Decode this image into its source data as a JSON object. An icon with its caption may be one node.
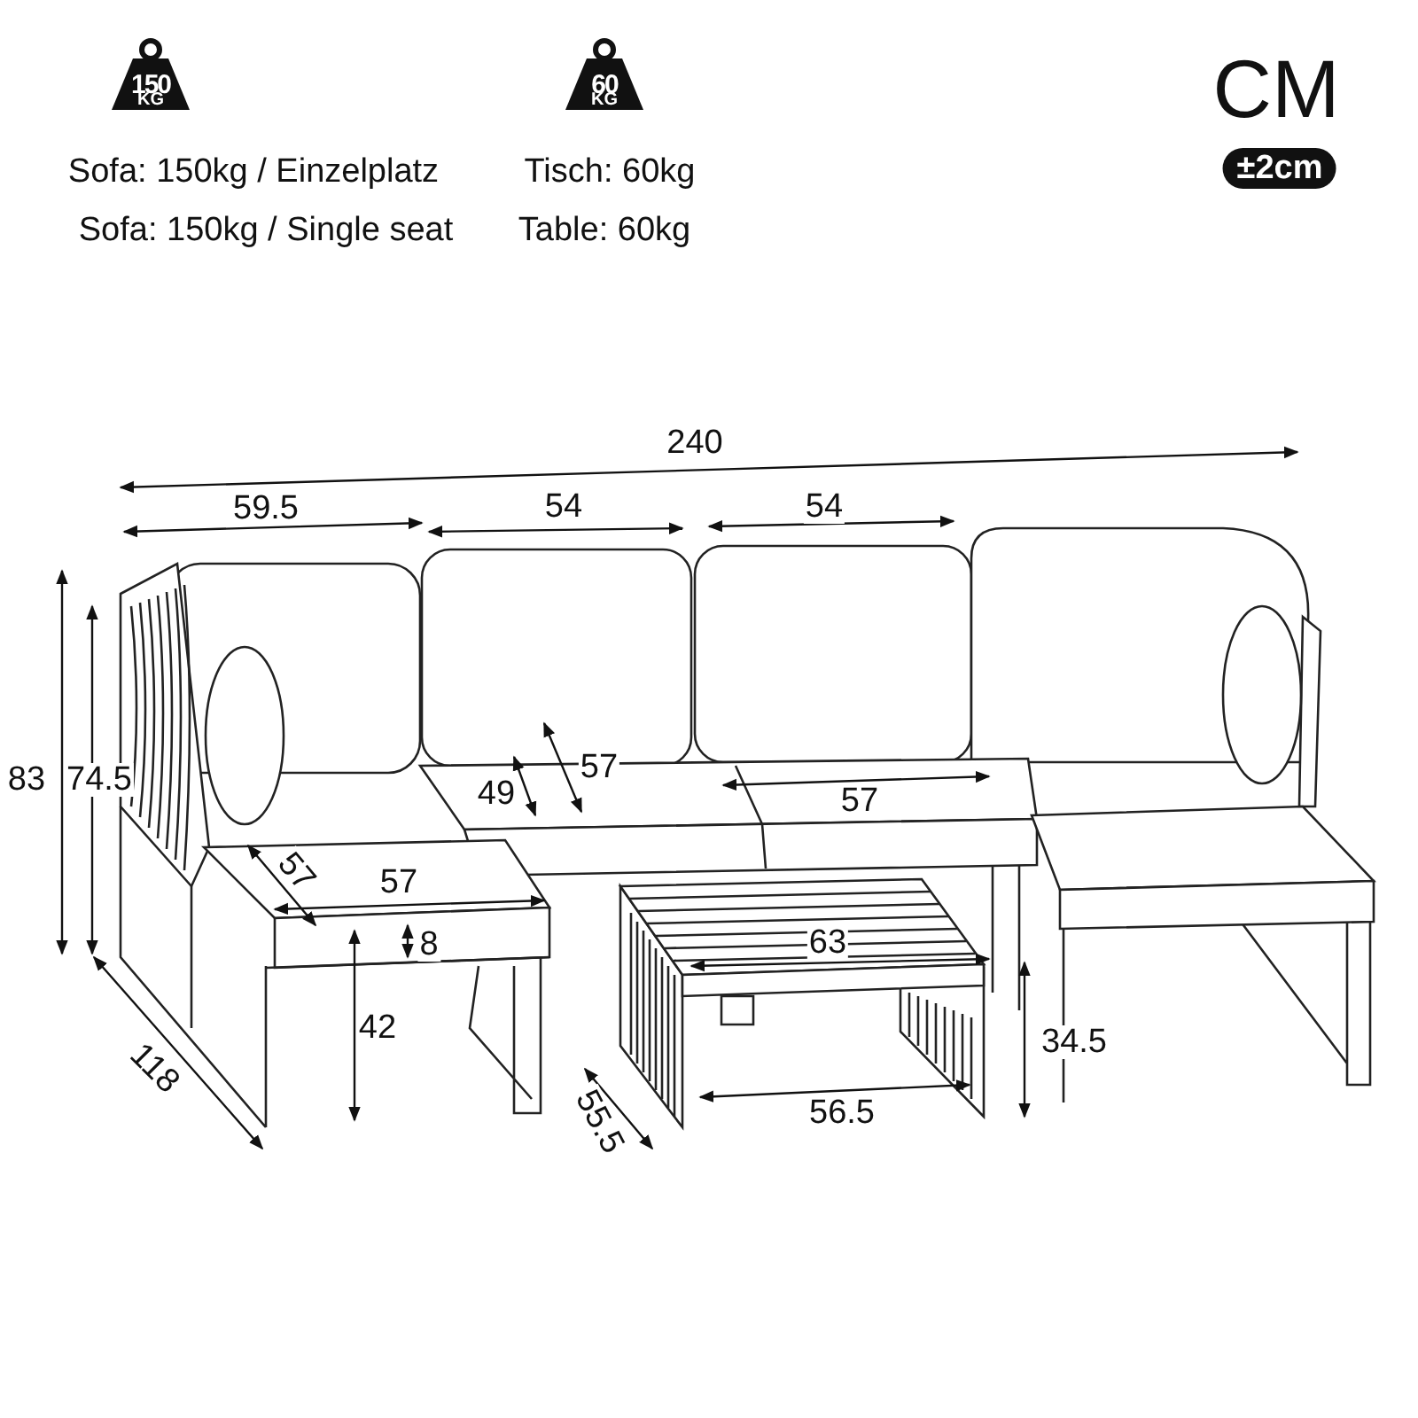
{
  "diagram": {
    "labels": [
      "150",
      "KG",
      "60",
      "KG",
      "CM",
      "Sofa: 150kg / Einzelplatz",
      "Tisch: 60kg",
      "±2cm",
      "Sofa: 150kg / Single seat",
      "Table: 60kg",
      "240",
      "59.5",
      "54",
      "54",
      "83",
      "74.5",
      "57",
      "49",
      "57",
      "57",
      "57",
      "8",
      "63",
      "42",
      "34.5",
      "118",
      "55.5",
      "56.5"
    ]
  }
}
